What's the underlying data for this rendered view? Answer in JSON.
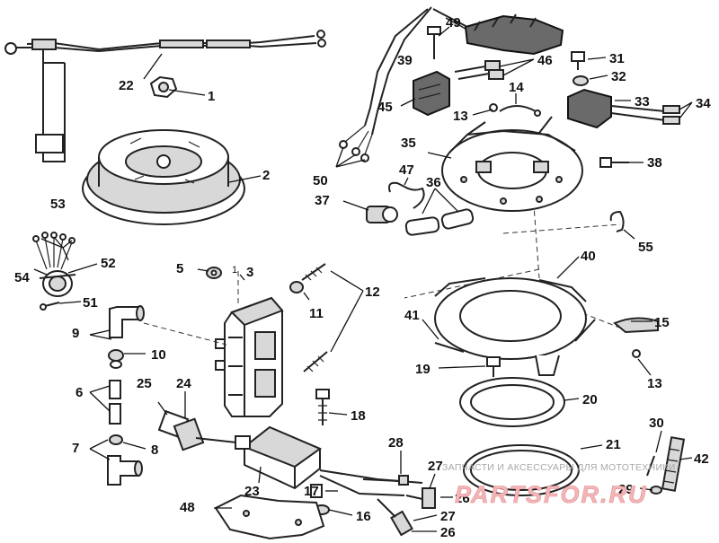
{
  "callouts": [
    {
      "id": "c1",
      "label": "1"
    },
    {
      "id": "c1b",
      "label": "1"
    },
    {
      "id": "c2",
      "label": "2"
    },
    {
      "id": "c3",
      "label": "3"
    },
    {
      "id": "c5",
      "label": "5"
    },
    {
      "id": "c6",
      "label": "6"
    },
    {
      "id": "c7",
      "label": "7"
    },
    {
      "id": "c8",
      "label": "8"
    },
    {
      "id": "c9",
      "label": "9"
    },
    {
      "id": "c10",
      "label": "10"
    },
    {
      "id": "c11",
      "label": "11"
    },
    {
      "id": "c12",
      "label": "12"
    },
    {
      "id": "c13a",
      "label": "13"
    },
    {
      "id": "c13b",
      "label": "13"
    },
    {
      "id": "c14",
      "label": "14"
    },
    {
      "id": "c15",
      "label": "15"
    },
    {
      "id": "c16",
      "label": "16"
    },
    {
      "id": "c17",
      "label": "17"
    },
    {
      "id": "c18",
      "label": "18"
    },
    {
      "id": "c19",
      "label": "19"
    },
    {
      "id": "c20",
      "label": "20"
    },
    {
      "id": "c21",
      "label": "21"
    },
    {
      "id": "c22",
      "label": "22"
    },
    {
      "id": "c23",
      "label": "23"
    },
    {
      "id": "c24",
      "label": "24"
    },
    {
      "id": "c25",
      "label": "25"
    },
    {
      "id": "c26a",
      "label": "26"
    },
    {
      "id": "c26b",
      "label": "26"
    },
    {
      "id": "c27a",
      "label": "27"
    },
    {
      "id": "c27b",
      "label": "27"
    },
    {
      "id": "c28",
      "label": "28"
    },
    {
      "id": "c29",
      "label": "29"
    },
    {
      "id": "c30",
      "label": "30"
    },
    {
      "id": "c31",
      "label": "31"
    },
    {
      "id": "c32",
      "label": "32"
    },
    {
      "id": "c33",
      "label": "33"
    },
    {
      "id": "c34",
      "label": "34"
    },
    {
      "id": "c35",
      "label": "35"
    },
    {
      "id": "c36",
      "label": "36"
    },
    {
      "id": "c37",
      "label": "37"
    },
    {
      "id": "c38",
      "label": "38"
    },
    {
      "id": "c39",
      "label": "39"
    },
    {
      "id": "c40",
      "label": "40"
    },
    {
      "id": "c41",
      "label": "41"
    },
    {
      "id": "c42",
      "label": "42"
    },
    {
      "id": "c45",
      "label": "45"
    },
    {
      "id": "c46",
      "label": "46"
    },
    {
      "id": "c47",
      "label": "47"
    },
    {
      "id": "c48",
      "label": "48"
    },
    {
      "id": "c49",
      "label": "49"
    },
    {
      "id": "c50",
      "label": "50"
    },
    {
      "id": "c51",
      "label": "51"
    },
    {
      "id": "c52",
      "label": "52"
    },
    {
      "id": "c53",
      "label": "53"
    },
    {
      "id": "c54",
      "label": "54"
    },
    {
      "id": "c55",
      "label": "55"
    }
  ],
  "watermark": {
    "line": "ЗАПЧАСТИ И АКСЕССУАРЫ ДЛЯ МОТОТЕХНИКИ",
    "logo": "PARTSFOR.RU"
  }
}
